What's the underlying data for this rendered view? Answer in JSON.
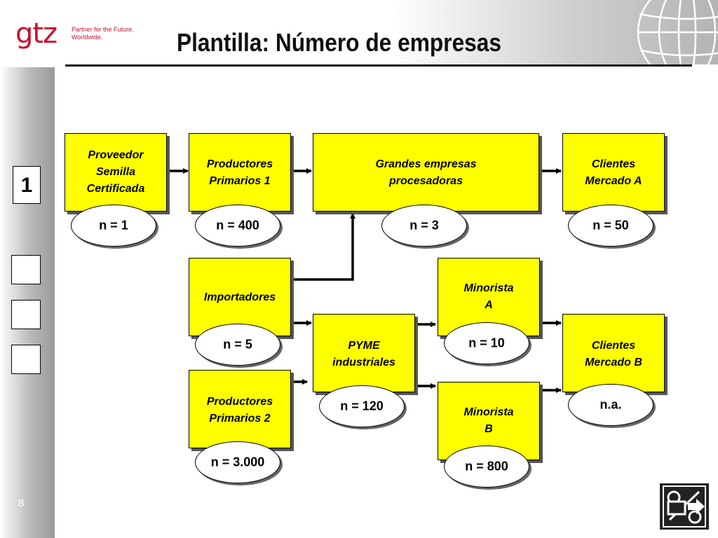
{
  "header": {
    "logo": "gtz",
    "tagline_line1": "Partner for the Future.",
    "tagline_line2": "Worldwide.",
    "title": "Plantilla: Número de empresas"
  },
  "sidebar": {
    "slide_marker": "1",
    "page_number": "8"
  },
  "colors": {
    "node_fill": "#ffff00",
    "logo_red": "#c8102e"
  },
  "nodes": {
    "proveedor": {
      "l1": "Proveedor",
      "l2": "Semilla",
      "l3": "Certificada",
      "count": "n = 1"
    },
    "productores1": {
      "l1": "Productores",
      "l2": "Primarios 1",
      "count": "n = 400"
    },
    "grandes": {
      "l1": "Grandes empresas",
      "l2": "procesadoras",
      "count": "n = 3"
    },
    "clientesA": {
      "l1": "Clientes",
      "l2": "Mercado A",
      "count": "n = 50"
    },
    "importadores": {
      "l1": "Importadores",
      "count": "n = 5"
    },
    "productores2": {
      "l1": "Productores",
      "l2": "Primarios 2",
      "count": "n = 3.000"
    },
    "pyme": {
      "l1": "PYME",
      "l2": "industriales",
      "count": "n = 120"
    },
    "minoristaA": {
      "l1": "Minorista",
      "l2": "A",
      "count": "n = 10"
    },
    "minoristaB": {
      "l1": "Minorista",
      "l2": "B",
      "count": "n = 800"
    },
    "clientesB": {
      "l1": "Clientes",
      "l2": "Mercado B",
      "count": "n.a."
    }
  },
  "icons": {
    "globe": "globe-icon",
    "nav": "navigation-icon"
  }
}
